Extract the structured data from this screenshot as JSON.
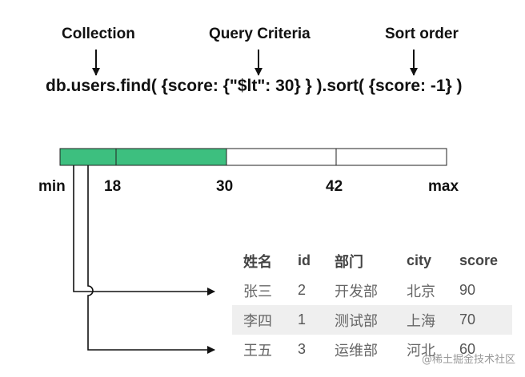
{
  "labels": {
    "collection": "Collection",
    "query_criteria": "Query Criteria",
    "sort_order": "Sort order"
  },
  "code": "db.users.find( {score: {\"$lt\": 30} } ).sort( {score: -1} )",
  "scale": {
    "ticks": [
      "min",
      "18",
      "30",
      "42",
      "max"
    ],
    "highlight_upper_bound": 30,
    "highlight_color": "#3dbf7f"
  },
  "table": {
    "headers": [
      "姓名",
      "id",
      "部门",
      "city",
      "score"
    ],
    "rows": [
      [
        "张三",
        "2",
        "开发部",
        "北京",
        "90"
      ],
      [
        "李四",
        "1",
        "测试部",
        "上海",
        "70"
      ],
      [
        "王五",
        "3",
        "运维部",
        "河北",
        "60"
      ]
    ]
  },
  "watermark": "@稀土掘金技术社区"
}
